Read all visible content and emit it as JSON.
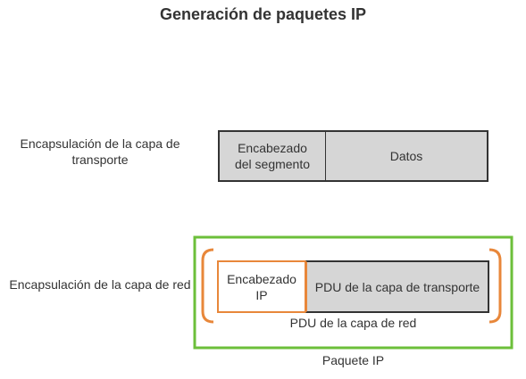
{
  "title": "Generación de paquetes IP",
  "transport_layer": {
    "label": "Encapsulación de la capa de transporte",
    "segment_header": "Encabezado del segmento",
    "data": "Datos"
  },
  "network_layer": {
    "label": "Encapsulación de la capa de red",
    "ip_header": "Encabezado IP",
    "transport_pdu": "PDU de la capa de transporte",
    "network_pdu": "PDU de la capa de red",
    "packet": "Paquete IP"
  },
  "colors": {
    "packet_border": "#6cbf3a",
    "header_accent": "#e8873a",
    "fill": "#d6d6d6",
    "stroke": "#333333"
  }
}
